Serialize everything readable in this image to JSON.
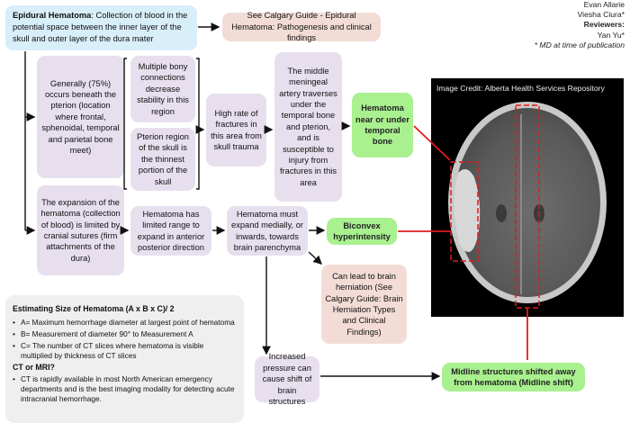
{
  "credits": {
    "author": "Evan Allarie",
    "author2": "Viesha Ciura*",
    "reviewers_label": "Reviewers:",
    "reviewer": "Yan Yu*",
    "note": "* MD at time of publication"
  },
  "definition": {
    "term": "Epidural Hematoma",
    "text": ": Collection of blood in the potential space between the inner layer of the skull and outer layer of the dura mater"
  },
  "see_guide": "See Calgary Guide - Epidural Hematoma: Pathogenesis and clinical findings",
  "boxes": {
    "pterion": "Generally (75%) occurs beneath the pterion (location where frontal, sphenoidal, temporal and parietal bone meet)",
    "bony": "Multiple bony connections decrease stability in this region",
    "thinnest": "Pterion region of the skull is the thinnest portion of the skull",
    "fracture": "High rate of fractures in this area from skull trauma",
    "artery": "The middle meningeal artery traverses under the temporal bone and pterion, and is susceptible to injury from fractures in this area",
    "near_temporal": "Hematoma near or under temporal bone",
    "expansion": "The expansion of the hematoma (collection of blood) is limited by cranial sutures (firm attachments of the dura)",
    "limited_range": "Hematoma has limited range to expand in anterior posterior direction",
    "must_expand": "Hematoma must expand medially, or inwards, towards brain parenchyma",
    "biconvex": "Biconvex hyperintensity",
    "herniation": "Can lead to brain herniation (See Calgary Guide: Brain Herniation Types and Clinical Findings)",
    "pressure": "Increased pressure can cause shift of brain structures",
    "midline": "Midline structures shifted away from hematoma (Midline shift)"
  },
  "image_credit": "Image Credit: Alberta Health Services Repository",
  "notes": {
    "heading": "Estimating Size of Hematoma  (A x B x C)/ 2",
    "items": [
      "A= Maximum hemorrhage diameter at largest point of hematoma",
      "B= Measurement of diameter 90° to Measurement A",
      "C= The number of CT slices where hematoma is visible multiplied by thickness of CT slices"
    ],
    "heading2": "CT or MRI?",
    "items2": [
      "CT is rapidly available in most North American emergency departments and is the best imaging modality for detecting acute intracranial hemorrhage."
    ]
  },
  "colors": {
    "purple": "#e7dfee",
    "pink": "#f3dcd6",
    "green": "#a9f08f",
    "blue": "#d8eef8",
    "red_arrow": "#e01b1b"
  }
}
